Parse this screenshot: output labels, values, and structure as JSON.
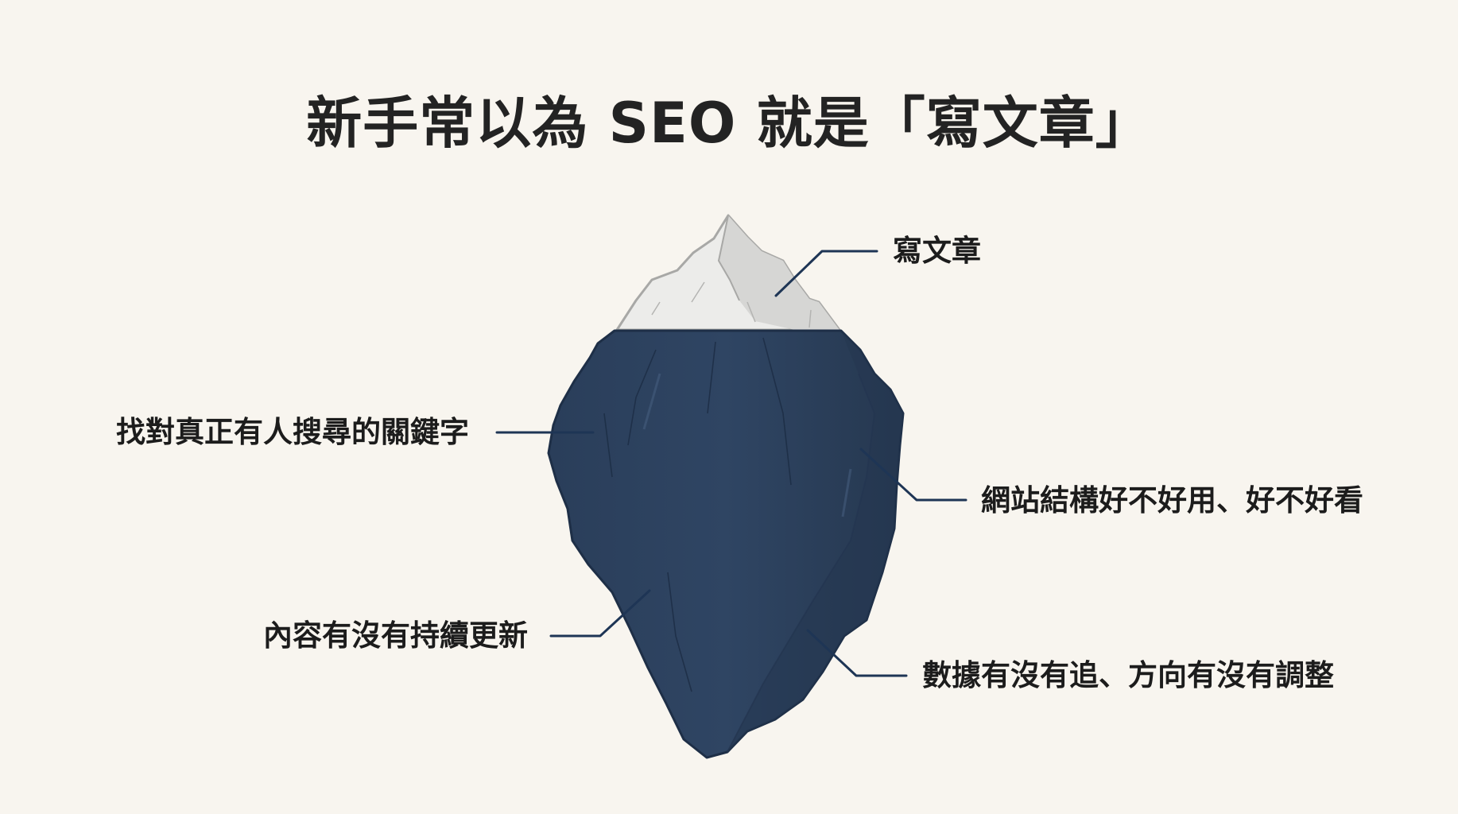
{
  "title": "新手常以為 SEO 就是「寫文章」",
  "colors": {
    "background": "#f8f5ef",
    "title_text": "#232323",
    "iceberg_underwater": "#2e4360",
    "iceberg_outline": "#1e2f47",
    "snow_cap_light": "#ececea",
    "snow_cap_shade": "#d6d6d4",
    "snow_outline": "#a8a8a6",
    "waterline": "#1e3555",
    "leader_line": "#1e3555"
  },
  "iceberg": {
    "above_water": {
      "label": "寫文章"
    },
    "below_water": [
      {
        "label": "找對真正有人搜尋的關鍵字",
        "side": "left"
      },
      {
        "label": "網站結構好不好用、好不好看",
        "side": "right"
      },
      {
        "label": "內容有沒有持續更新",
        "side": "left"
      },
      {
        "label": "數據有沒有追、方向有沒有調整",
        "side": "right"
      }
    ]
  }
}
